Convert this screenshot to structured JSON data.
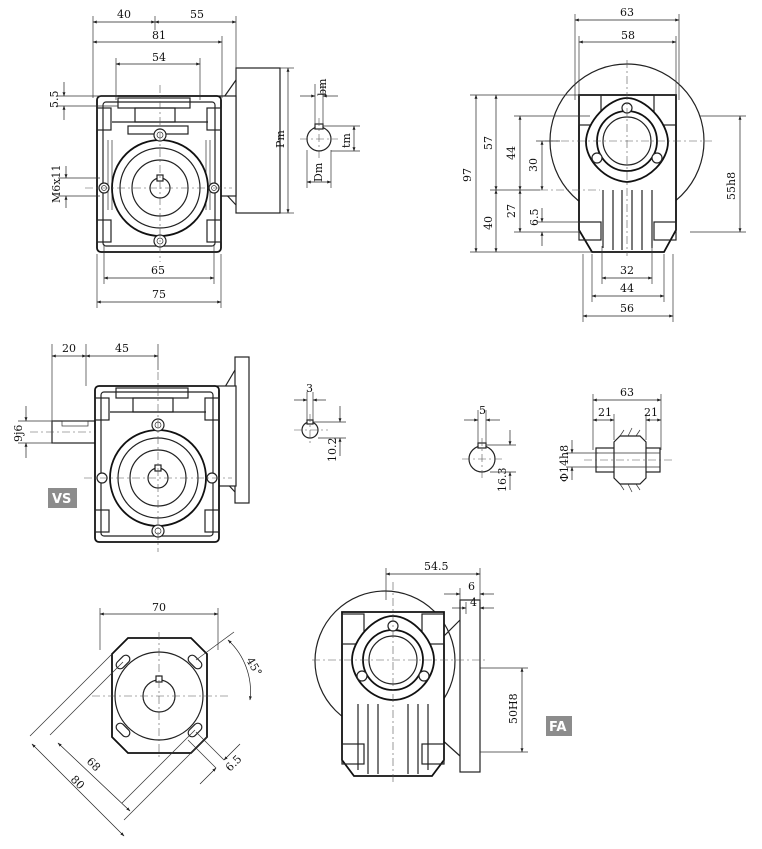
{
  "views": {
    "side": {
      "dims": [
        "40",
        "55",
        "81",
        "54",
        "5.5",
        "M6x11",
        "65",
        "75",
        "Pm"
      ]
    },
    "key_top": {
      "dims": [
        "bm",
        "tm",
        "Dm"
      ]
    },
    "front": {
      "dims": [
        "63",
        "58",
        "97",
        "57",
        "44",
        "30",
        "40",
        "27",
        "6.5",
        "55h8",
        "32",
        "44",
        "56"
      ]
    },
    "vs": {
      "tag": "VS",
      "dims": [
        "20",
        "45",
        "9j6"
      ]
    },
    "key_small": {
      "dims": [
        "3",
        "10.2"
      ]
    },
    "key_mid": {
      "dims": [
        "5",
        "16.3"
      ]
    },
    "shaft": {
      "dims": [
        "63",
        "21",
        "21",
        "Φ14h8"
      ]
    },
    "flange": {
      "dims": [
        "70",
        "45°",
        "6.5",
        "68",
        "80"
      ]
    },
    "fa": {
      "tag": "FA",
      "dims": [
        "54.5",
        "6",
        "4",
        "50H8"
      ]
    }
  }
}
